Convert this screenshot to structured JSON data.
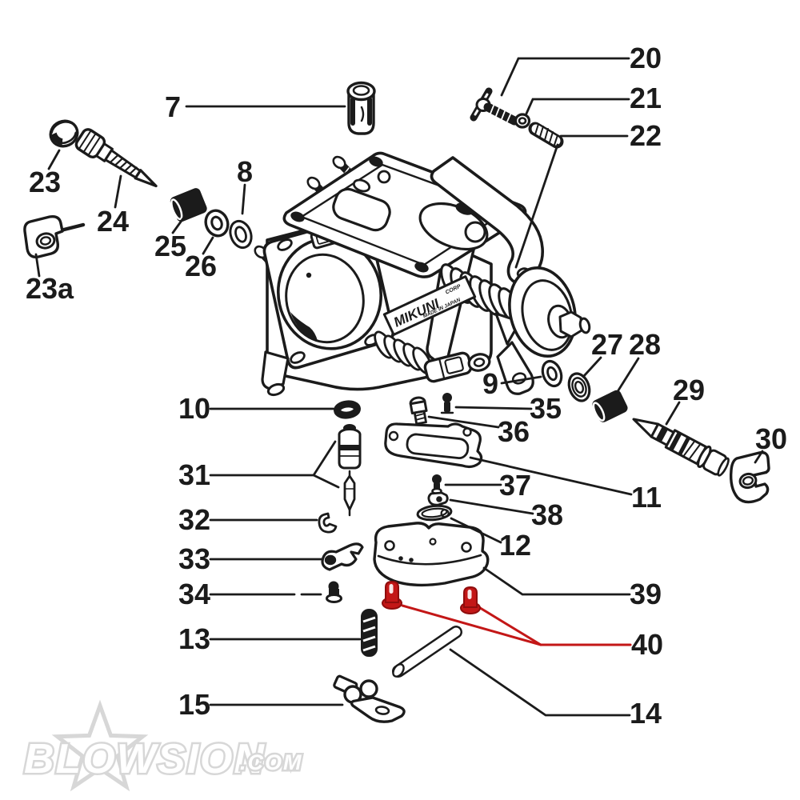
{
  "diagram": {
    "background": "#ffffff",
    "line_color": "#1b1b1b",
    "highlight_color": "#c31717",
    "labels": {
      "7": "7",
      "8": "8",
      "9": "9",
      "10": "10",
      "11": "11",
      "12": "12",
      "13": "13",
      "14": "14",
      "15": "15",
      "20": "20",
      "21": "21",
      "22": "22",
      "23": "23",
      "23a": "23a",
      "24": "24",
      "25": "25",
      "26": "26",
      "27": "27",
      "28": "28",
      "29": "29",
      "30": "30",
      "31": "31",
      "32": "32",
      "33": "33",
      "34": "34",
      "35": "35",
      "36": "36",
      "37": "37",
      "38": "38",
      "39": "39",
      "40": "40"
    },
    "body_text": {
      "brand": "MIKUNI",
      "brand_suffix": "CORP",
      "origin": "MADE IN JAPAN"
    },
    "watermark": {
      "brand": "BLOWSION",
      "suffix": ".COM",
      "color": "#d7d7d7"
    }
  }
}
